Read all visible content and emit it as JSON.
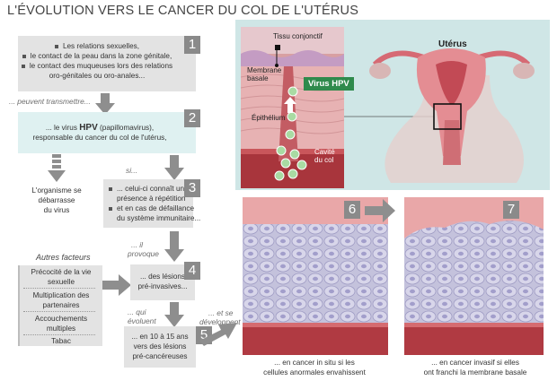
{
  "title": "L'ÉVOLUTION VERS LE CANCER DU COL DE L'UTÉRUS",
  "step1": {
    "number": "1",
    "lines": [
      "Les relations sexuelles,",
      "le contact de la peau dans la zone génitale,",
      "le contact des muqueuses lors des relations",
      "oro-génitales ou oro-anales..."
    ]
  },
  "connector_transmit": "... peuvent transmettre...",
  "step2": {
    "number": "2",
    "line1_prefix": "... le virus ",
    "line1_bold": "HPV",
    "line1_suffix": " (papillomavirus),",
    "line2": "responsable du cancer du col de l'utérus,"
  },
  "body_rids": [
    "L'organisme se",
    "débarrasse",
    "du virus"
  ],
  "connector_si": "si...",
  "step3": {
    "number": "3",
    "lines": [
      "... celui-ci connaît une",
      "présence à répétition",
      "et en cas de défaillance",
      "du système immunitaire..."
    ]
  },
  "connector_provoque": [
    "... il",
    "provoque"
  ],
  "other_factors": {
    "heading": "Autres facteurs",
    "items": [
      "Précocité de la vie sexuelle",
      "Multiplication des partenaires",
      "Accouchements multiples",
      "Tabac"
    ]
  },
  "step4": {
    "number": "4",
    "lines": [
      "... des lésions",
      "pré-invasives..."
    ]
  },
  "connector_evoluent": [
    "... qui",
    "évoluent"
  ],
  "connector_developpent": [
    "... et se",
    "développent"
  ],
  "step5": {
    "number": "5",
    "lines": [
      "... en 10 à 15 ans",
      "vers des lésions",
      "pré-cancéreuses"
    ]
  },
  "anatomy": {
    "tissue_label": "Tissu conjonctif",
    "membrane_label": [
      "Membrane",
      "basale"
    ],
    "virus_label": "Virus HPV",
    "epithelium_label": "Épithélium",
    "cavity_label": [
      "Cavité",
      "du col"
    ],
    "uterus_label": "Utérus"
  },
  "step6": {
    "number": "6",
    "caption": [
      "... en cancer in situ si les",
      "cellules anormales envahissent"
    ]
  },
  "step7": {
    "number": "7",
    "caption": [
      "... en cancer invasif si elles",
      "ont franchi la membrane basale"
    ]
  },
  "colors": {
    "box_gray": "#e3e3e3",
    "box_teal": "#dff1f1",
    "number_gray": "#8a8a8a",
    "arrow_gray": "#8e8e8e",
    "panel_teal": "#cfe6e6",
    "tissue_pink": "#e9a7a8",
    "cells_lilac": "#b9b5d3",
    "virus_green": "#9ed39a",
    "label_green": "#2f8a4c"
  }
}
